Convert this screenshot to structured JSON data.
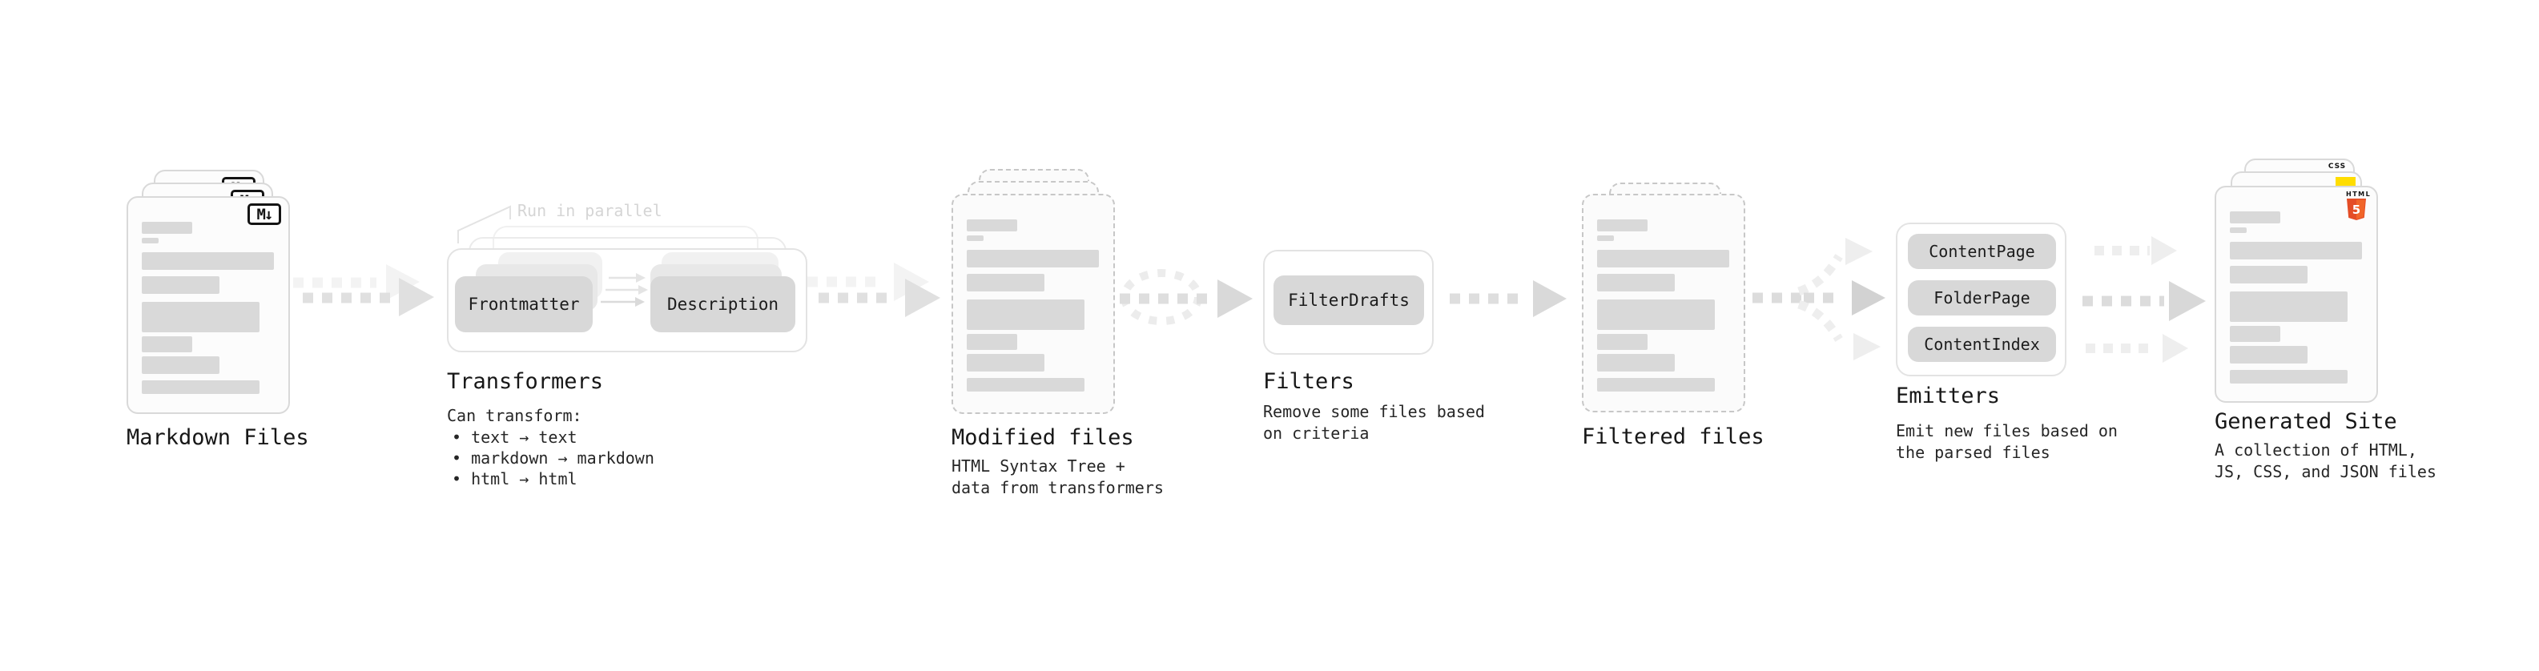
{
  "colors": {
    "button_bg": "#d8d8d8",
    "bar": "#d9d9d9",
    "note_gray": "#d5d5d5",
    "css_blue": "#2a6fdb",
    "js_yellow": "#ffdd00",
    "html5_orange": "#e44d26",
    "arrow_main": "#dfdfdf",
    "arrow_light": "#f0f0f0",
    "text": "#1a1a1a"
  },
  "stages": {
    "markdown_files": {
      "title": "Markdown Files",
      "badge": "M↓"
    },
    "transformers": {
      "note": "Run in parallel",
      "nodes": [
        "Frontmatter",
        "Description"
      ],
      "title": "Transformers",
      "description_heading": "Can transform:",
      "bullets": [
        "• text → text",
        "• markdown → markdown",
        "• html → html"
      ]
    },
    "modified_files": {
      "title": "Modified files",
      "description": "HTML Syntax Tree +\ndata from transformers"
    },
    "filters": {
      "nodes": [
        "FilterDrafts"
      ],
      "title": "Filters",
      "description": "Remove some files based\non criteria"
    },
    "filtered_files": {
      "title": "Filtered files"
    },
    "emitters": {
      "nodes": [
        "ContentPage",
        "FolderPage",
        "ContentIndex"
      ],
      "title": "Emitters",
      "description": "Emit new files based on\nthe parsed files"
    },
    "generated_site": {
      "title": "Generated Site",
      "description": "A collection of HTML,\nJS, CSS, and JSON files",
      "badges": {
        "css": "CSS",
        "html_label": "HTML",
        "html_number": "5"
      }
    }
  }
}
